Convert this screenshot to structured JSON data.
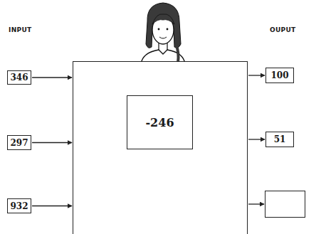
{
  "diagram": {
    "nodes": [
      {
        "text": []
      },
      {
        "text": [
          "-246"
        ],
        "in": 0
      },
      {
        "text": [
          "346"
        ]
      },
      {
        "text": [
          "297"
        ]
      },
      {
        "text": [
          "932"
        ]
      },
      {
        "text": [
          "100"
        ]
      },
      {
        "text": [
          "51"
        ]
      },
      {
        "text": []
      }
    ],
    "edges": [
      {
        "from": 2,
        "to": 0,
        "arrow": "to"
      },
      {
        "from": 3,
        "to": 0,
        "arrow": "to"
      },
      {
        "from": 4,
        "to": 0,
        "arrow": "to"
      },
      {
        "from": 0,
        "to": 5,
        "arrow": "to"
      },
      {
        "from": 0,
        "to": 6,
        "arrow": "to"
      },
      {
        "from": 0,
        "to": 7,
        "arrow": "to"
      }
    ],
    "labels": [
      "INPUT",
      "OUPUT"
    ]
  }
}
